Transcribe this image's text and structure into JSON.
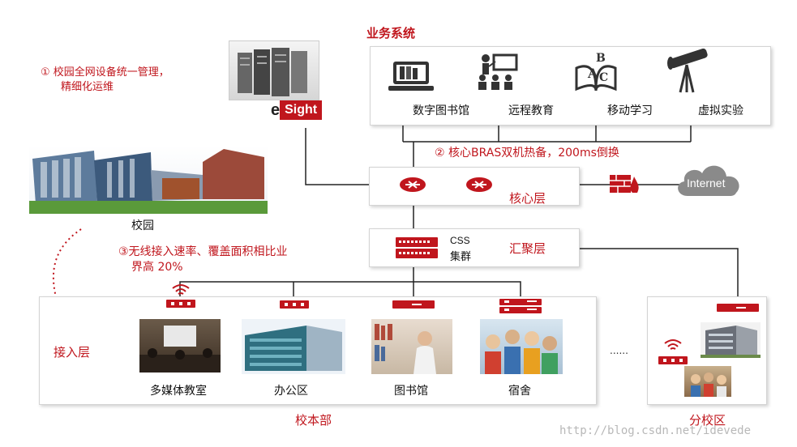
{
  "business_system": {
    "title": "业务系统",
    "items": [
      "数字图书馆",
      "远程教育",
      "移动学习",
      "虚拟实验"
    ]
  },
  "annotations": {
    "mgmt_line1": "① 校园全网设备统一管理，",
    "mgmt_line2": "精细化运维",
    "core_ha": "② 核心BRAS双机热备，200ms倒换",
    "wifi_line1": "③无线接入速率、覆盖面积相比业",
    "wifi_line2": "界高 20%"
  },
  "esight": {
    "prefix": "e",
    "brand": "Sight"
  },
  "campus_label": "校园",
  "core_layer": "核心层",
  "agg_layer": {
    "label": "汇聚层",
    "css_line1": "CSS",
    "css_line2": "集群"
  },
  "internet": "Internet",
  "access_layer": {
    "label": "接入层",
    "items": [
      "多媒体教室",
      "办公区",
      "图书馆",
      "宿舍"
    ],
    "ellipsis": "......"
  },
  "main_campus": "校本部",
  "branch_campus": "分校区",
  "watermark": "http://blog.csdn.net/idevede",
  "colors": {
    "accent": "#c0161d",
    "line": "#222222",
    "cloud": "#8a8a8a"
  }
}
